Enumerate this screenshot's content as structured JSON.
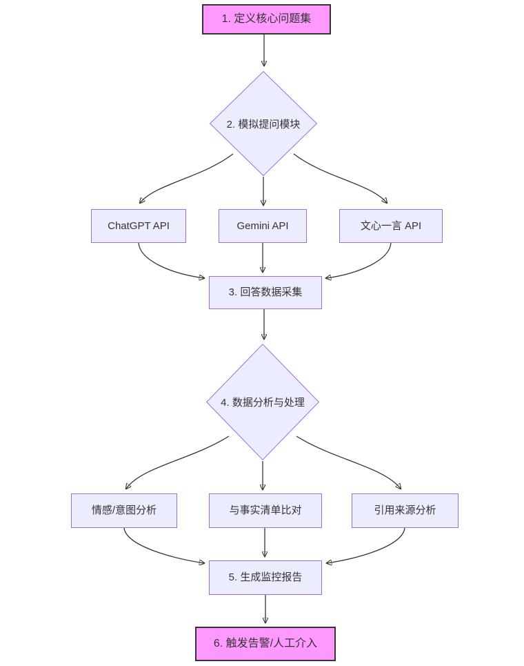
{
  "diagram": {
    "type": "flowchart",
    "direction": "top-down",
    "colors": {
      "background": "#ffffff",
      "default_node_fill": "#ECECFF",
      "default_node_border": "#9370DB",
      "highlight_node_fill": "#ff99ff",
      "highlight_node_border": "#333333",
      "edge_color": "#333333",
      "text_color": "#333333"
    },
    "nodes": [
      {
        "id": "step1",
        "label": "1. 定义核心问题集",
        "shape": "rectangle",
        "style": "highlight"
      },
      {
        "id": "step2",
        "label": "2. 模拟提问模块",
        "shape": "diamond",
        "style": "default"
      },
      {
        "id": "chatgpt",
        "label": "ChatGPT API",
        "shape": "rectangle",
        "style": "default"
      },
      {
        "id": "gemini",
        "label": "Gemini API",
        "shape": "rectangle",
        "style": "default"
      },
      {
        "id": "wenxin",
        "label": "文心一言 API",
        "shape": "rectangle",
        "style": "default"
      },
      {
        "id": "step3",
        "label": "3. 回答数据采集",
        "shape": "rectangle",
        "style": "default"
      },
      {
        "id": "step4",
        "label": "4. 数据分析与处理",
        "shape": "diamond",
        "style": "default"
      },
      {
        "id": "sentiment",
        "label": "情感/意图分析",
        "shape": "rectangle",
        "style": "default"
      },
      {
        "id": "factcheck",
        "label": "与事实清单比对",
        "shape": "rectangle",
        "style": "default"
      },
      {
        "id": "citation",
        "label": "引用来源分析",
        "shape": "rectangle",
        "style": "default"
      },
      {
        "id": "step5",
        "label": "5. 生成监控报告",
        "shape": "rectangle",
        "style": "default"
      },
      {
        "id": "step6",
        "label": "6. 触发告警/人工介入",
        "shape": "rectangle",
        "style": "highlight"
      }
    ],
    "edges": [
      {
        "from": "step1",
        "to": "step2"
      },
      {
        "from": "step2",
        "to": "chatgpt"
      },
      {
        "from": "step2",
        "to": "gemini"
      },
      {
        "from": "step2",
        "to": "wenxin"
      },
      {
        "from": "chatgpt",
        "to": "step3"
      },
      {
        "from": "gemini",
        "to": "step3"
      },
      {
        "from": "wenxin",
        "to": "step3"
      },
      {
        "from": "step3",
        "to": "step4"
      },
      {
        "from": "step4",
        "to": "sentiment"
      },
      {
        "from": "step4",
        "to": "factcheck"
      },
      {
        "from": "step4",
        "to": "citation"
      },
      {
        "from": "sentiment",
        "to": "step5"
      },
      {
        "from": "factcheck",
        "to": "step5"
      },
      {
        "from": "citation",
        "to": "step5"
      },
      {
        "from": "step5",
        "to": "step6"
      }
    ]
  }
}
